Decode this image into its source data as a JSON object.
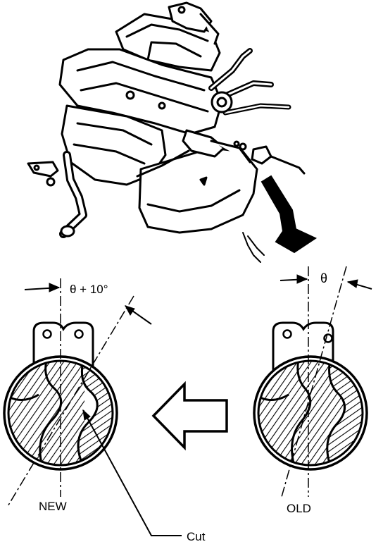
{
  "labels": {
    "new_angle": "θ + 10°",
    "old_angle": "θ",
    "new": "NEW",
    "old": "OLD",
    "cut": "Cut"
  },
  "colors": {
    "ink": "#000000",
    "paper": "#ffffff"
  },
  "icons": {
    "engine": "engine-illustration-icon",
    "pointer": "curved-arrow-icon",
    "direction": "hollow-left-arrow-icon"
  }
}
